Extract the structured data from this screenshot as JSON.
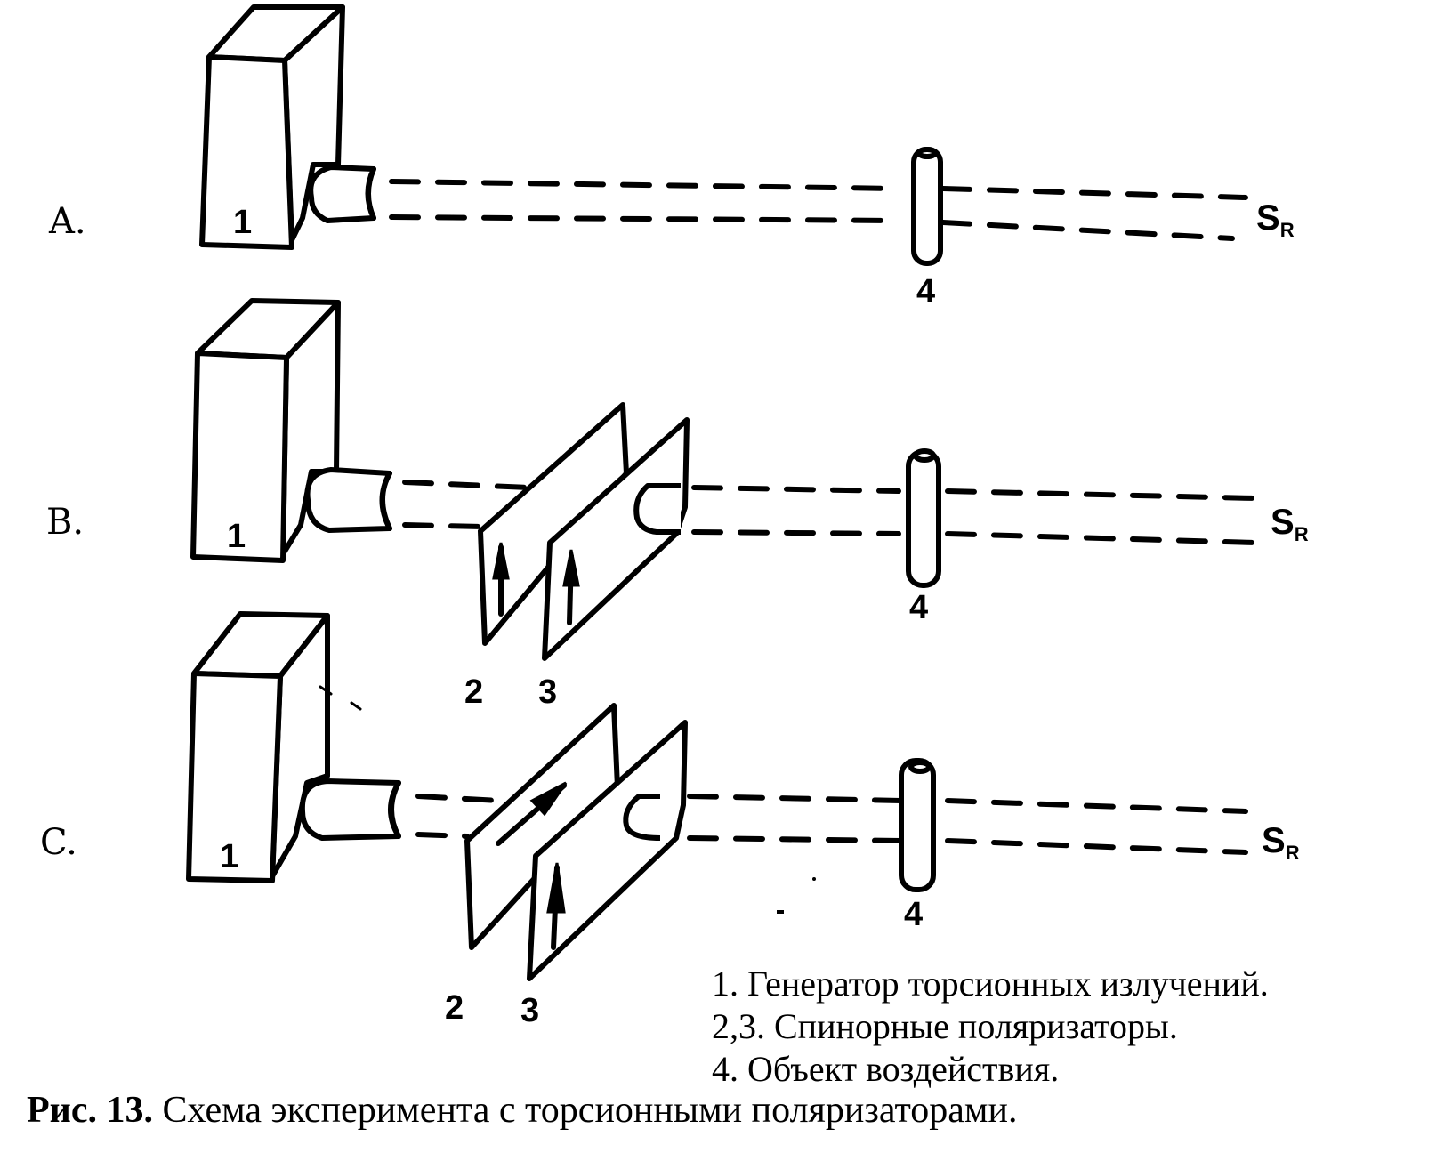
{
  "figure": {
    "caption_prefix": "Рис. 13.",
    "caption_text": " Схема эксперимента с торсионными поляризаторами."
  },
  "rows": [
    {
      "label": "A.",
      "generator_label": "1",
      "object_label": "4",
      "end_label": "S",
      "end_sub": "R",
      "polarizers": []
    },
    {
      "label": "B.",
      "generator_label": "1",
      "object_label": "4",
      "end_label": "S",
      "end_sub": "R",
      "polarizers": [
        {
          "label": "2",
          "arrow": "vertical"
        },
        {
          "label": "3",
          "arrow": "vertical"
        }
      ]
    },
    {
      "label": "C.",
      "generator_label": "1",
      "object_label": "4",
      "end_label": "S",
      "end_sub": "R",
      "polarizers": [
        {
          "label": "2",
          "arrow": "diagonal"
        },
        {
          "label": "3",
          "arrow": "vertical"
        }
      ]
    }
  ],
  "legend": [
    "1. Генератор торсионных излучений.",
    "2,3. Спинорные поляризаторы.",
    "4. Объект воздействия."
  ]
}
